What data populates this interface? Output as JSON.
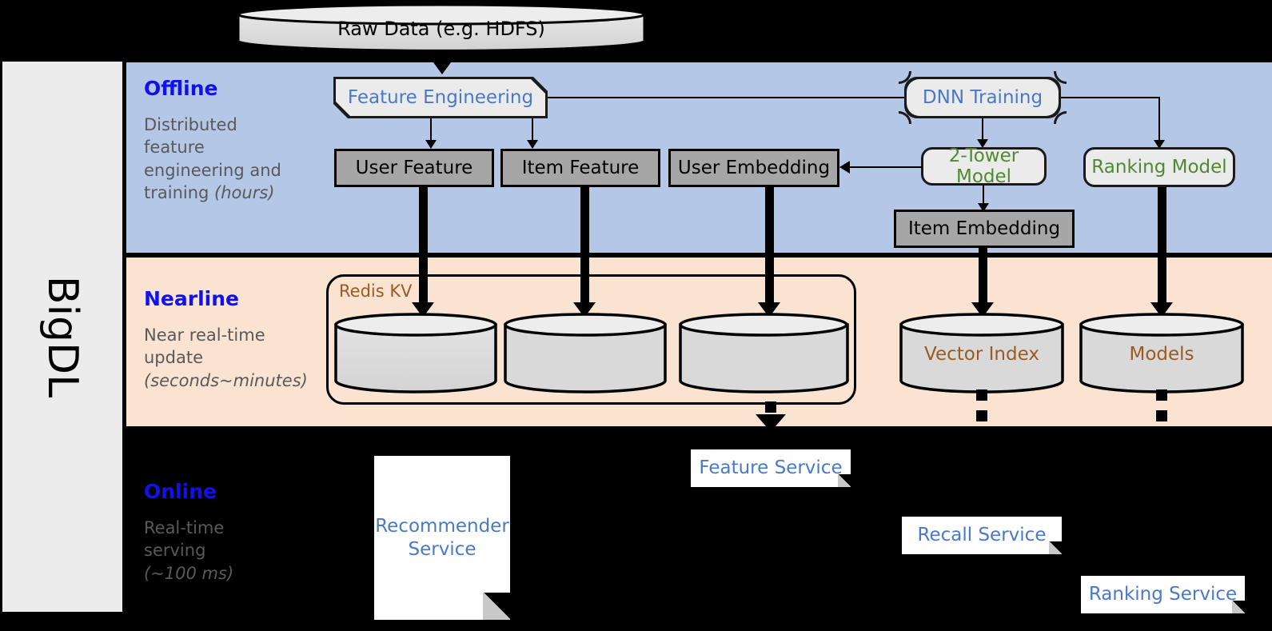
{
  "framework": {
    "name": "BigDL"
  },
  "source": {
    "raw_data_label": "Raw Data (e.g. HDFS)"
  },
  "stages": [
    {
      "id": "offline",
      "title": "Offline",
      "desc_line1": "Distributed",
      "desc_line2": "feature",
      "desc_line3": "engineering and",
      "desc_line4": "training ",
      "desc_italic": "(hours)",
      "bg_color": "#b4c7e7"
    },
    {
      "id": "nearline",
      "title": "Nearline",
      "desc_line1": "Near real-time",
      "desc_line2": "update",
      "desc_italic": "(seconds~minutes)",
      "bg_color": "#fbe3d2"
    },
    {
      "id": "online",
      "title": "Online",
      "desc_line1": "Real-time",
      "desc_line2": "serving",
      "desc_italic": "(~100 ms)",
      "bg_color": "#000000"
    }
  ],
  "offline": {
    "feature_engineering": "Feature Engineering",
    "dnn_training": "DNN Training",
    "user_feature": "User Feature",
    "item_feature": "Item Feature",
    "user_embedding": "User Embedding",
    "two_tower_model": "2-Tower Model",
    "ranking_model": "Ranking Model",
    "item_embedding": "Item Embedding"
  },
  "nearline": {
    "redis_kv": "Redis KV",
    "store_user_feature": "",
    "store_item_feature": "",
    "store_user_embedding": "",
    "vector_index": "Vector Index",
    "models": "Models"
  },
  "online": {
    "recommender_service": "Recommender Service",
    "recommender_service_l1": "Recommender",
    "recommender_service_l2": "Service",
    "feature_service": "Feature Service",
    "recall_service": "Recall Service",
    "ranking_service": "Ranking Service"
  },
  "colors": {
    "offline_bg": "#b4c7e7",
    "nearline_bg": "#fbe3d2",
    "online_bg": "#000000",
    "sidebar_bg": "#ececec",
    "stage_title": "#1111ee",
    "stage_desc": "#595959",
    "process_text_blue": "#4a79c7",
    "model_text_green": "#4f8a31",
    "store_text_brown": "#9c5a22",
    "gray_box_bg": "#a6a6a6",
    "cylinder_body": "#d9d9d9"
  }
}
